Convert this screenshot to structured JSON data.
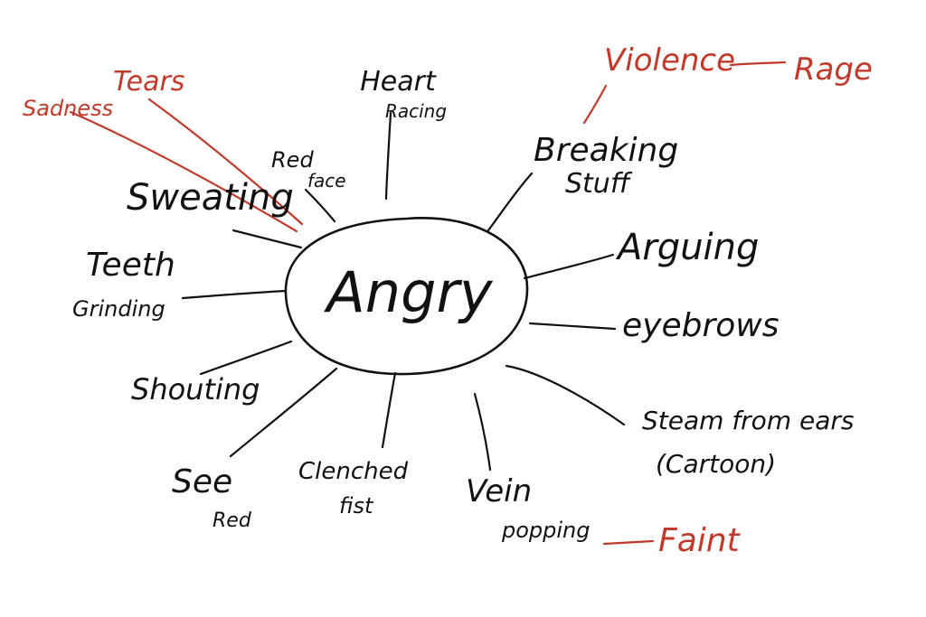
{
  "colors": {
    "ink": "#111111",
    "red": "#c0392b"
  },
  "center": {
    "label": "Angry"
  },
  "nodes": [
    {
      "id": "heart-racing",
      "lines": [
        "Heart",
        "Racing"
      ],
      "color": "ink"
    },
    {
      "id": "red-face",
      "lines": [
        "Red",
        "face"
      ],
      "color": "ink"
    },
    {
      "id": "sweating",
      "lines": [
        "Sweating"
      ],
      "color": "ink"
    },
    {
      "id": "teeth-grinding",
      "lines": [
        "Teeth",
        "Grinding"
      ],
      "color": "ink"
    },
    {
      "id": "shouting",
      "lines": [
        "Shouting"
      ],
      "color": "ink"
    },
    {
      "id": "see-red",
      "lines": [
        "See",
        "Red"
      ],
      "color": "ink"
    },
    {
      "id": "clenched-fist",
      "lines": [
        "Clenched",
        "fist"
      ],
      "color": "ink"
    },
    {
      "id": "vein-popping",
      "lines": [
        "Vein",
        "popping"
      ],
      "color": "ink"
    },
    {
      "id": "steam-from-ears",
      "lines": [
        "Steam from ears",
        "(Cartoon)"
      ],
      "color": "ink"
    },
    {
      "id": "eyebrows",
      "lines": [
        "eyebrows"
      ],
      "color": "ink"
    },
    {
      "id": "arguing",
      "lines": [
        "Arguing"
      ],
      "color": "ink"
    },
    {
      "id": "breaking-stuff",
      "lines": [
        "Breaking",
        "Stuff"
      ],
      "color": "ink"
    },
    {
      "id": "violence",
      "lines": [
        "Violence"
      ],
      "color": "red"
    },
    {
      "id": "rage",
      "lines": [
        "Rage"
      ],
      "color": "red"
    },
    {
      "id": "sadness",
      "lines": [
        "Sadness"
      ],
      "color": "red"
    },
    {
      "id": "tears",
      "lines": [
        "Tears"
      ],
      "color": "red"
    },
    {
      "id": "faint",
      "lines": [
        "Faint"
      ],
      "color": "red"
    }
  ]
}
